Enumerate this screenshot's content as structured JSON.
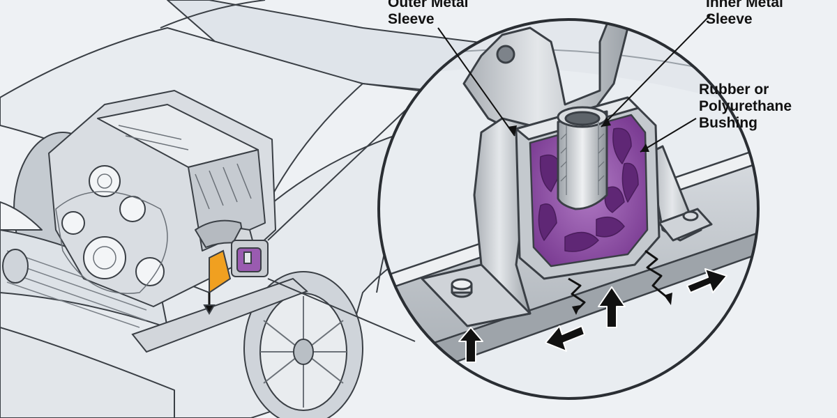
{
  "labels": {
    "outer_sleeve": {
      "line1": "Outer Metal",
      "line2": "Sleeve"
    },
    "inner_sleeve": {
      "line1": "Inner Metal",
      "line2": "Sleeve"
    },
    "bushing": {
      "line1": "Rubber or",
      "line2": "Polyurethane",
      "line3": "Bushing"
    }
  },
  "colors": {
    "background": "#eef1f4",
    "car_body": "#e8ecf0",
    "outline": "#3a3f45",
    "metal": "#c9cdd2",
    "metal_dark": "#8e949b",
    "bushing": "#9a5bb0",
    "bushing_dark": "#6a2f82",
    "highlight": "#f0a020",
    "arrow": "#111111"
  },
  "icons": {
    "force_arrow": "arrow-icon",
    "vibration": "zigzag-icon"
  }
}
